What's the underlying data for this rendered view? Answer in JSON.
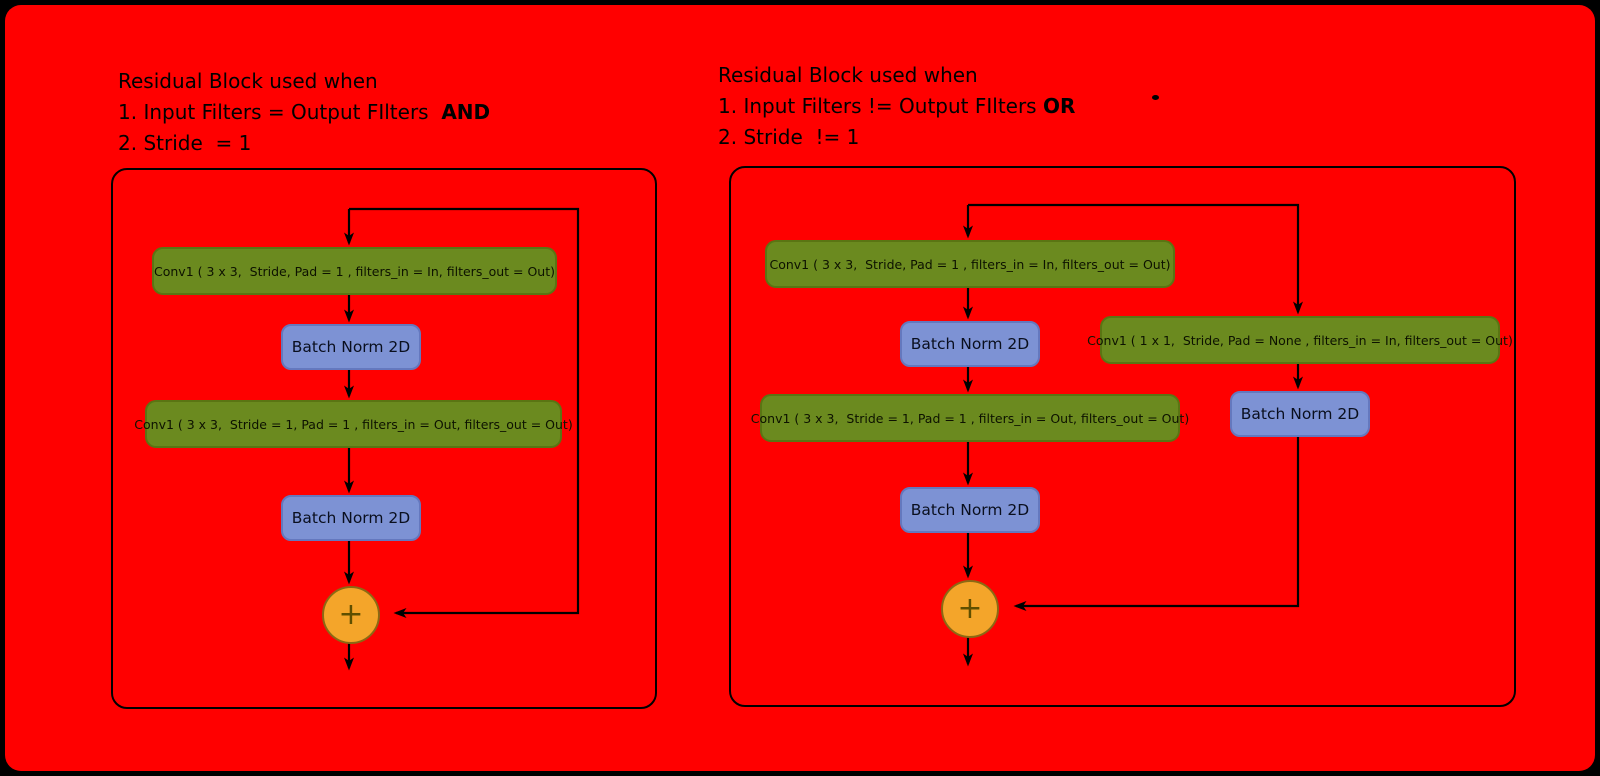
{
  "colors": {
    "outer_background": "#000000",
    "canvas_background": "#ff0000",
    "conv_box_fill": "#6b8a1f",
    "batchnorm_box_fill": "#7d92d4",
    "sum_node_fill": "#f4a52a",
    "line_color": "#000000"
  },
  "left_panel": {
    "title_line1": "Residual Block used when",
    "title_line2": "1. Input Filters = Output FIlters  ",
    "title_line2_bold": "AND",
    "title_line3": "2. Stride  = 1",
    "conv1": "Conv1 ( 3 x 3,  Stride, Pad = 1 , filters_in = In, filters_out = Out)",
    "bn1": "Batch Norm 2D",
    "conv2": "Conv1 ( 3 x 3,  Stride = 1, Pad = 1 , filters_in = Out, filters_out = Out)",
    "bn2": "Batch Norm 2D",
    "sum": "+"
  },
  "right_panel": {
    "title_line1": "Residual Block used when",
    "title_line2": "1. Input Filters != Output FIlters ",
    "title_line2_bold": "OR",
    "title_line3": "2. Stride  != 1",
    "conv1": "Conv1 ( 3 x 3,  Stride, Pad = 1 , filters_in = In, filters_out = Out)",
    "bn1": "Batch Norm 2D",
    "conv2": "Conv1 ( 3 x 3,  Stride = 1, Pad = 1 , filters_in = Out, filters_out = Out)",
    "bn2": "Batch Norm 2D",
    "skip_conv": "Conv1 ( 1 x 1,  Stride, Pad = None , filters_in = In, filters_out = Out)",
    "skip_bn": "Batch Norm 2D",
    "sum": "+"
  }
}
